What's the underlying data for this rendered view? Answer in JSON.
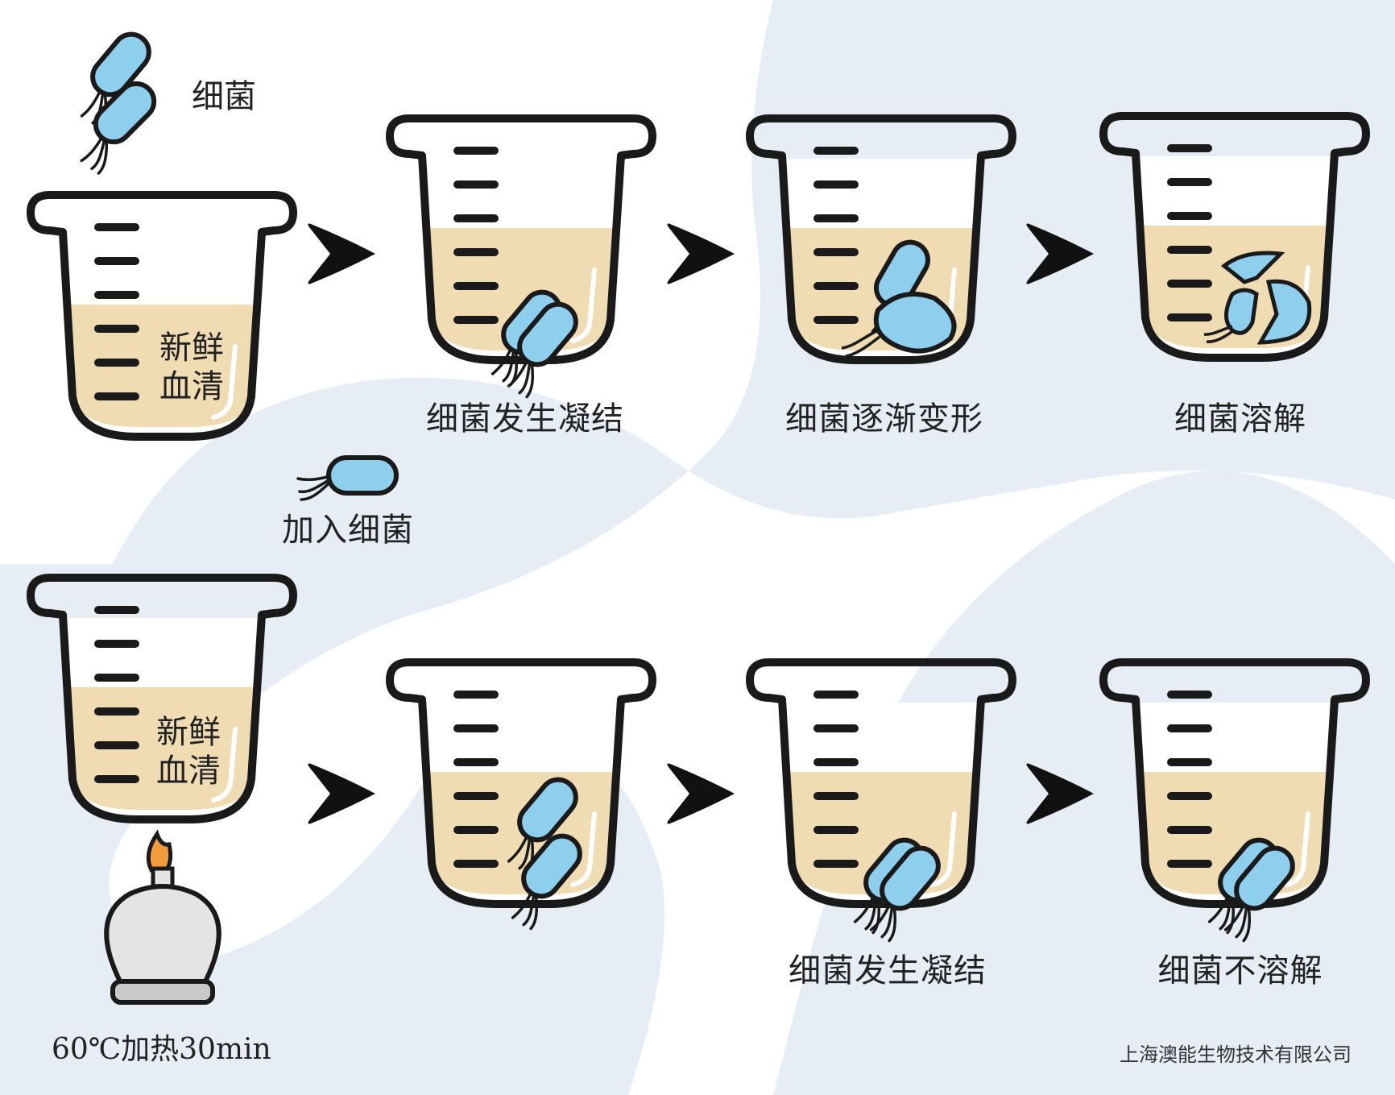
{
  "diagram": {
    "legend_label": "细菌",
    "add_bacteria_label": "加入细菌",
    "heating_label": "60℃加热30min",
    "company": "上海澳能生物技术有限公司",
    "fresh_serum": [
      "新鲜",
      "血清"
    ],
    "top_row": [
      {
        "label": ""
      },
      {
        "label": "细菌发生凝结"
      },
      {
        "label": "细菌逐渐变形"
      },
      {
        "label": "细菌溶解"
      }
    ],
    "bottom_row": [
      {
        "label": ""
      },
      {
        "label": ""
      },
      {
        "label": "细菌发生凝结"
      },
      {
        "label": "细菌不溶解"
      }
    ],
    "colors": {
      "background_blob": "#e6edf4",
      "liquid": "#efdcb2",
      "bacteria": "#8ecfee",
      "outline": "#1a1a1a",
      "arrow": "#111111",
      "flame": "#f19b3c",
      "burner": "#e4e4e4"
    }
  }
}
